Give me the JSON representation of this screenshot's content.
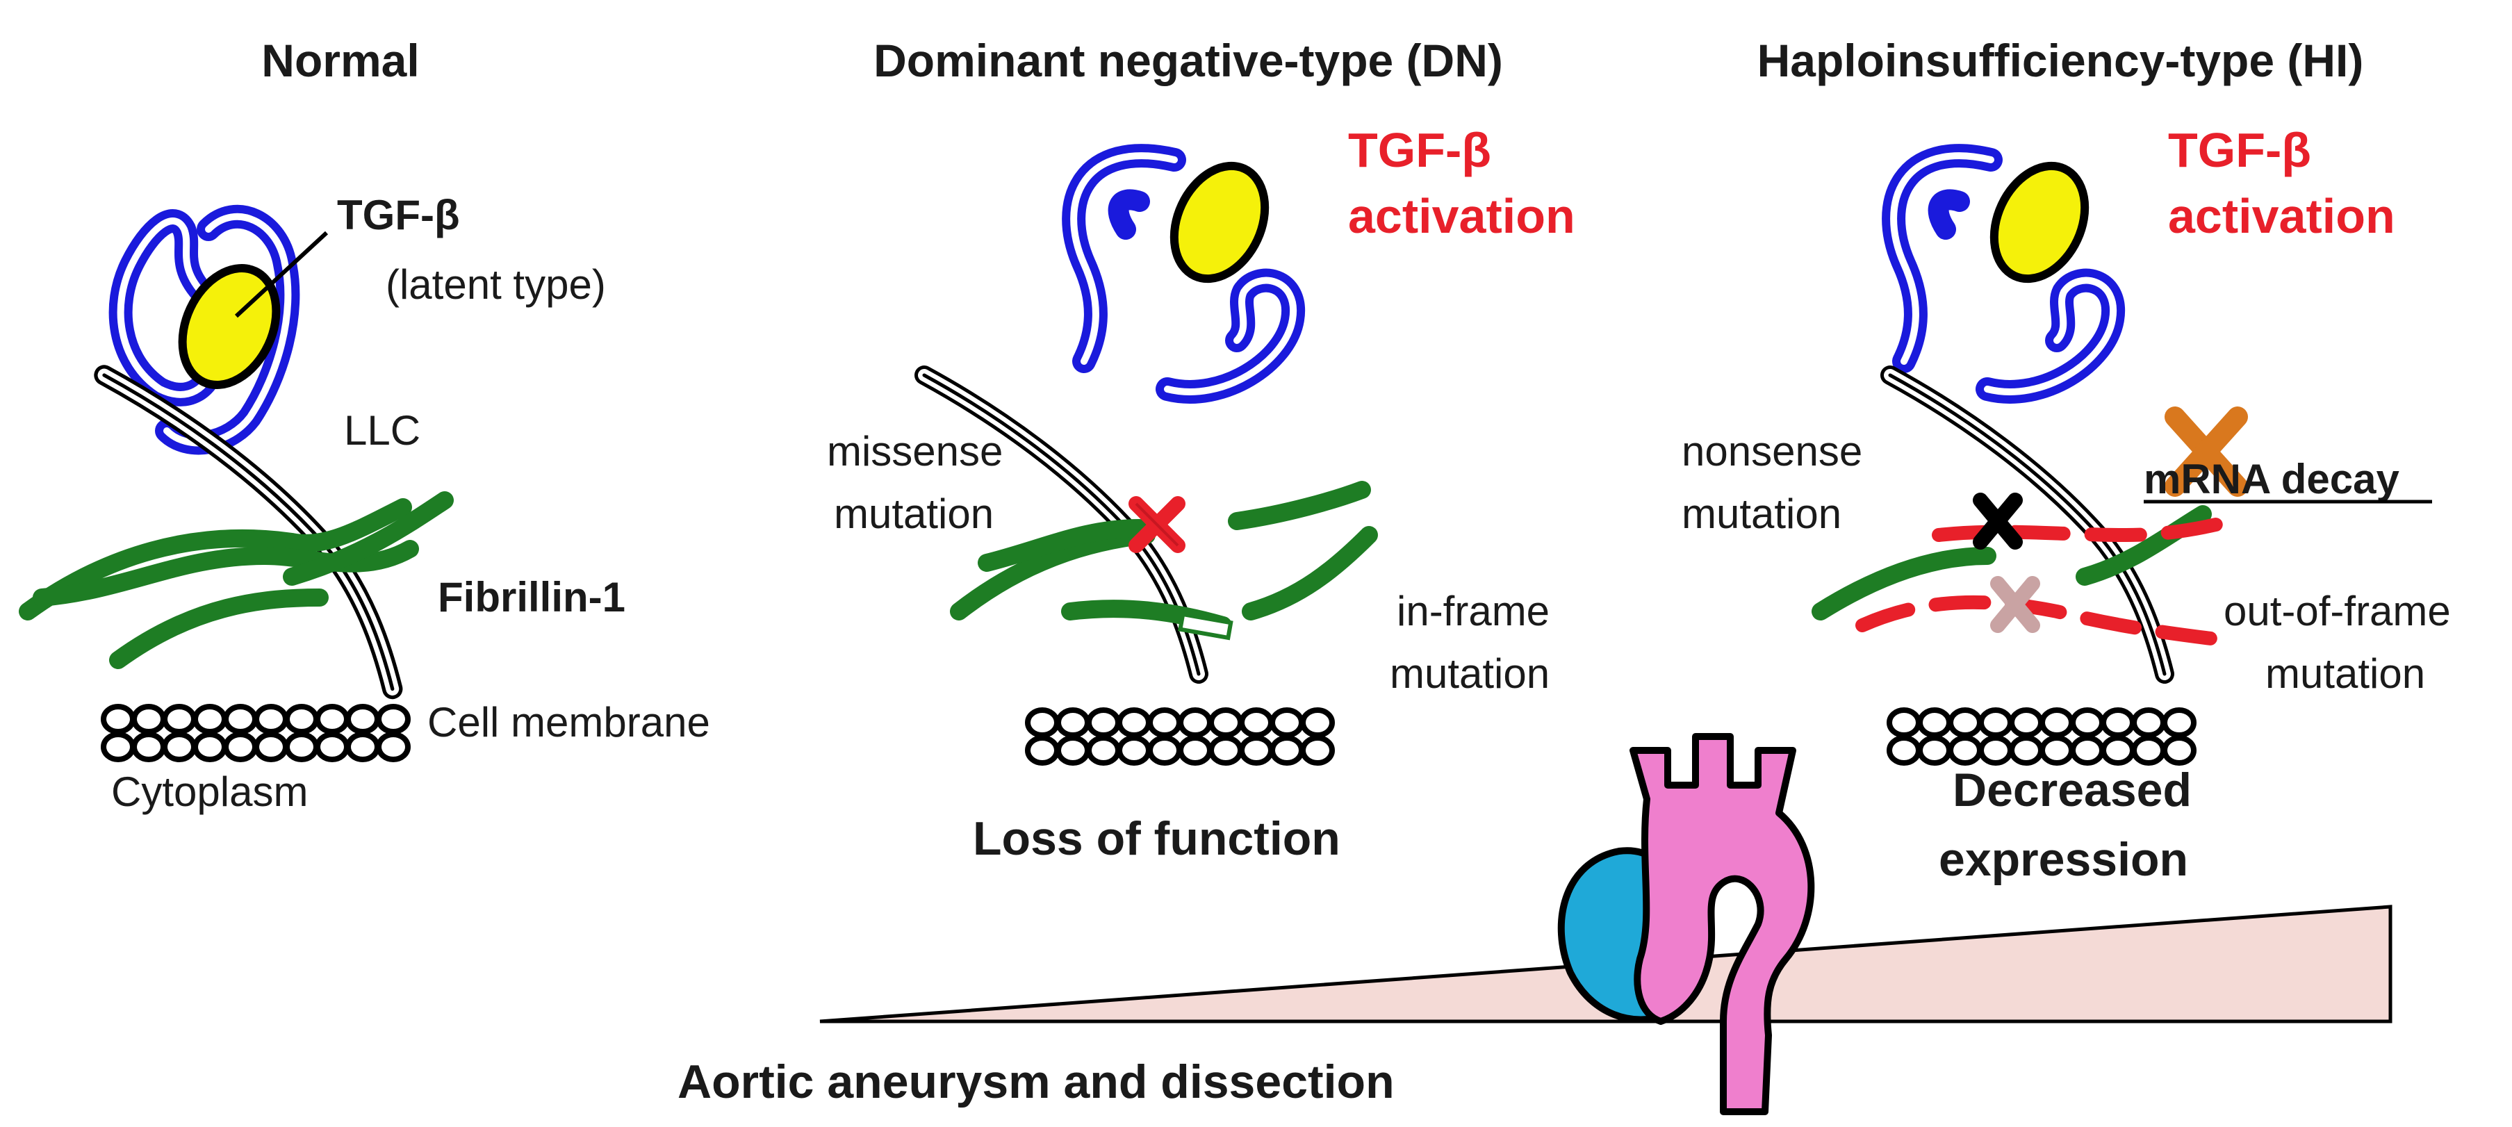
{
  "panels": {
    "normal": {
      "title": "Normal",
      "tgf_label": "TGF-β",
      "latent_label": "(latent type)",
      "llc_label": "LLC",
      "fibrillin_label": "Fibrillin-1",
      "membrane_label": "Cell membrane",
      "cytoplasm_label": "Cytoplasm"
    },
    "dn": {
      "title": "Dominant negative-type (DN)",
      "activation_line1": "TGF-β",
      "activation_line2": "activation",
      "missense_line1": "missense",
      "missense_line2": "mutation",
      "inframe_line1": "in-frame",
      "inframe_line2": "mutation",
      "outcome": "Loss of function"
    },
    "hi": {
      "title": "Haploinsufficiency-type (HI)",
      "activation_line1": "TGF-β",
      "activation_line2": "activation",
      "nonsense_line1": "nonsense",
      "nonsense_line2": "mutation",
      "decay_label": "mRNA decay",
      "outframe_line1": "out-of-frame",
      "outframe_line2": "mutation",
      "outcome_line1": "Decreased",
      "outcome_line2": "expression"
    }
  },
  "bottom": {
    "severity_label": "Aortic aneurysm and dissection"
  },
  "colors": {
    "llc_blue": "#1a1adc",
    "tgf_yellow": "#f5f10a",
    "fibrillin_green": "#1e7d24",
    "mutation_red": "#e8202a",
    "decay_orange": "#d9781e",
    "faded_x": "#c9a3a3",
    "aorta_pink": "#ef7fcd",
    "heart_cyan": "#1fa9d8",
    "wedge_fill": "#f4dad6"
  }
}
